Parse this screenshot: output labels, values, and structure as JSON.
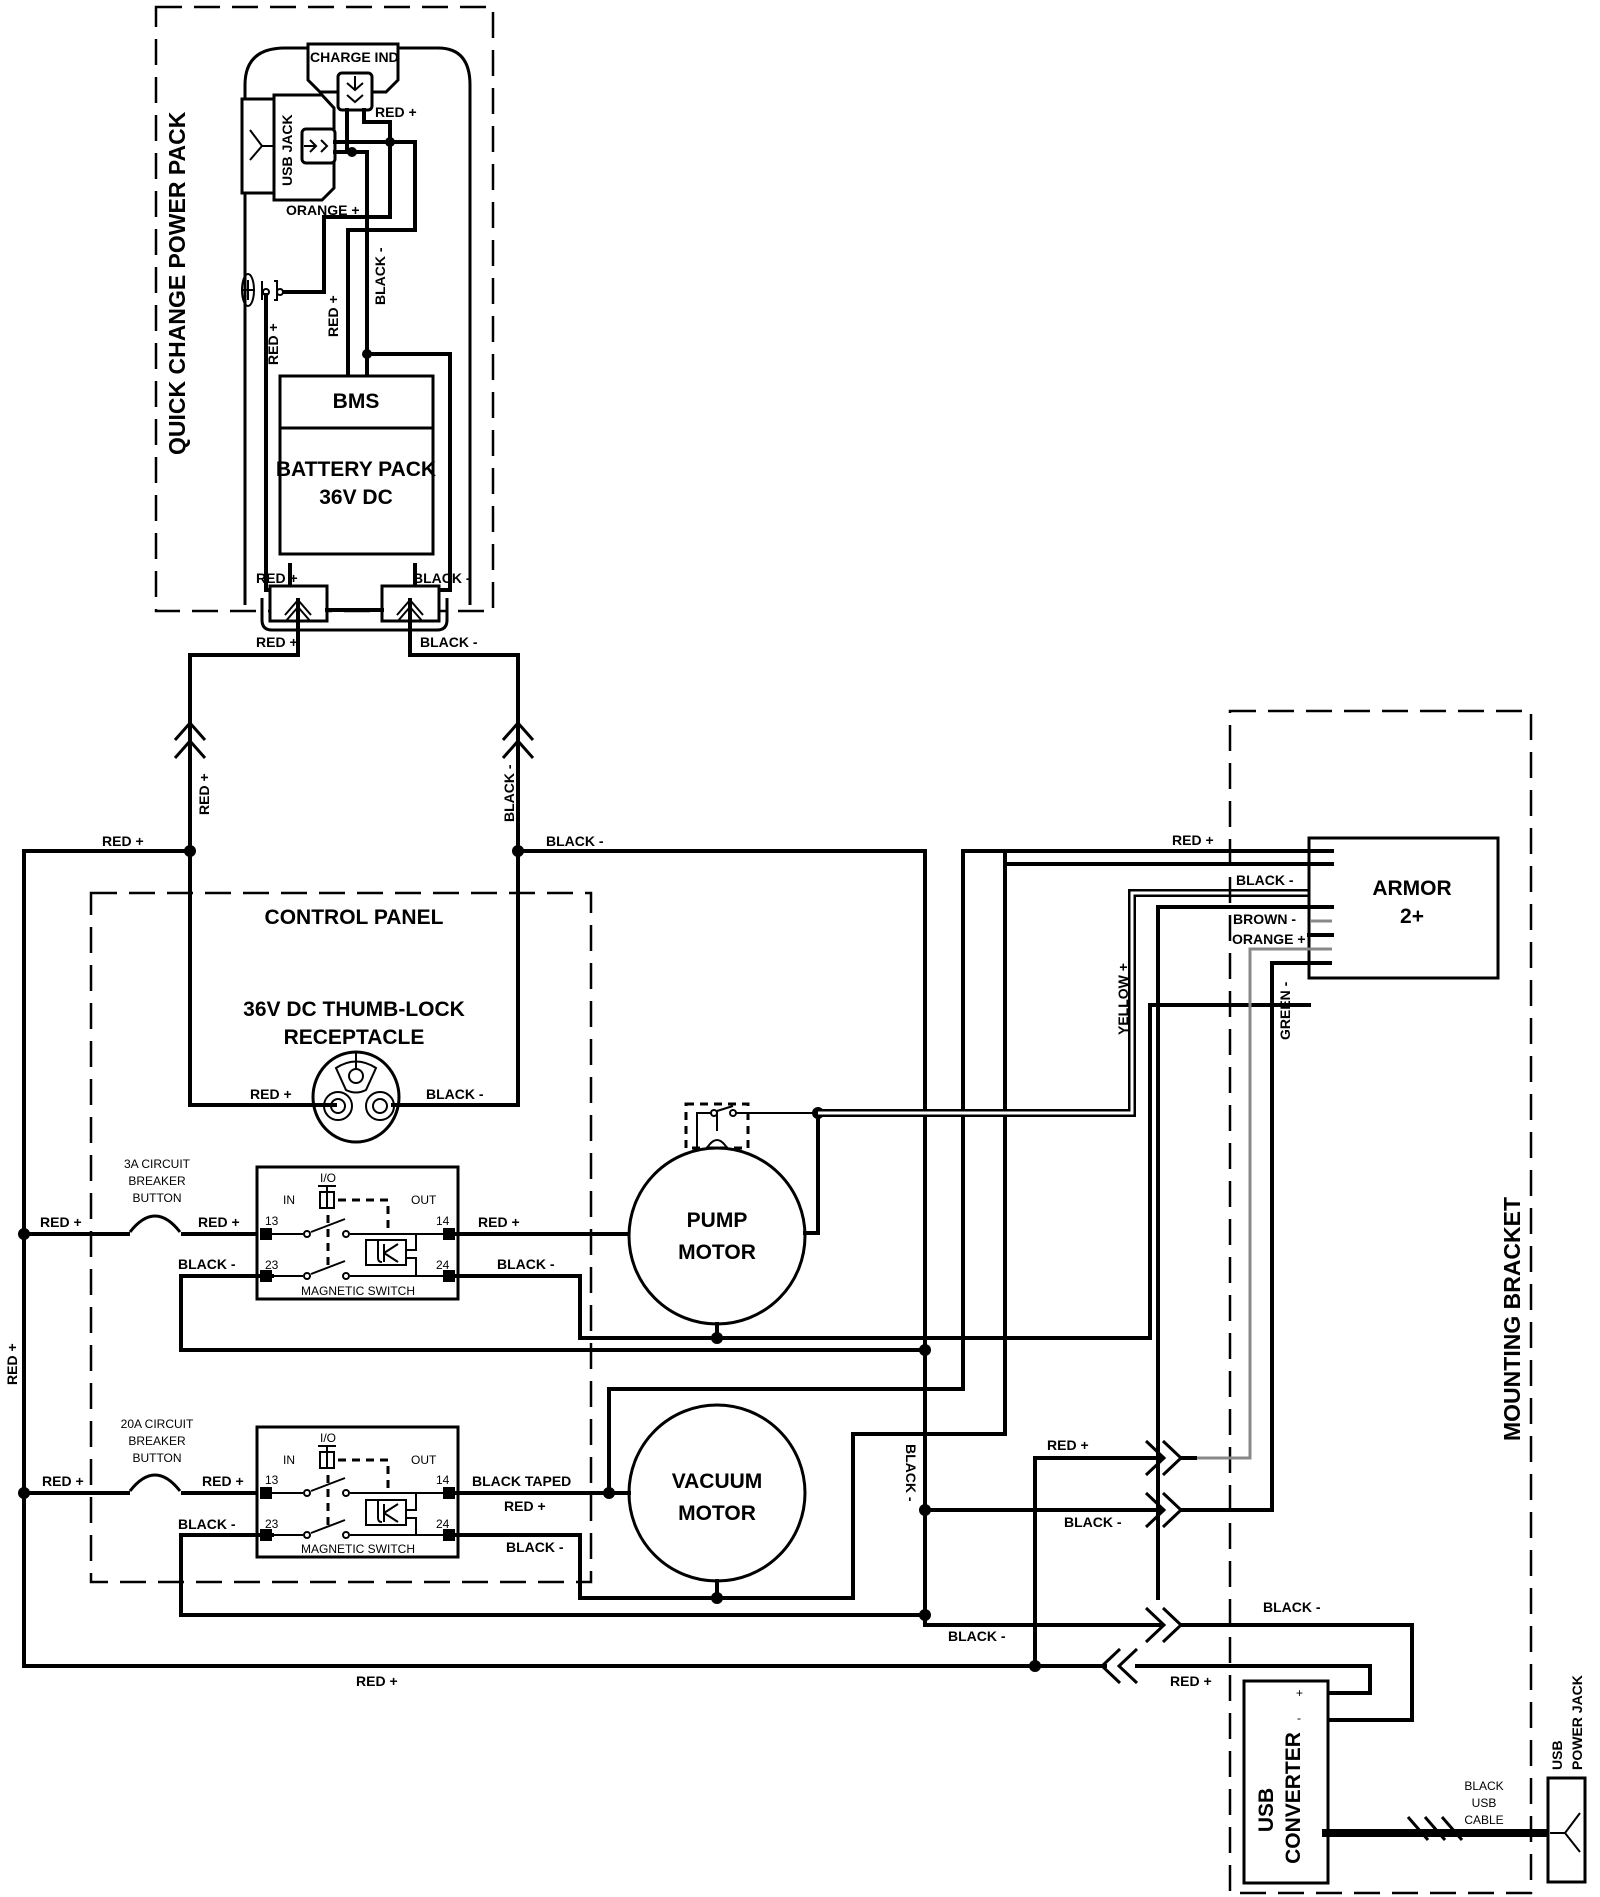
{
  "sections": {
    "power_pack": "QUICK CHANGE POWER PACK",
    "control_panel": "CONTROL PANEL",
    "mounting_bracket": "MOUNTING BRACKET"
  },
  "power_pack": {
    "charge_indicator": "CHARGE IND",
    "usb_jack": "USB JACK",
    "bms": "BMS",
    "battery_line1": "BATTERY PACK",
    "battery_line2": "36V DC",
    "wires": {
      "red_plus_top": "RED +",
      "orange_plus": "ORANGE +",
      "black_minus_vertical": "BLACK -",
      "red_plus_vertical_a": "RED +",
      "red_plus_vertical_b": "RED +",
      "red_plus_conn_inner": "RED +",
      "black_minus_conn_inner": "BLACK -",
      "red_plus_conn_outer": "RED +",
      "black_minus_conn_outer": "BLACK -"
    }
  },
  "harness": {
    "red_plus_vertical": "RED +",
    "black_minus_vertical": "BLACK -",
    "red_plus_top_left": "RED +",
    "black_minus_top": "BLACK -",
    "red_plus_left_vertical": "RED +",
    "red_plus_bottom": "RED +"
  },
  "receptacle": {
    "line1": "36V DC THUMB-LOCK",
    "line2": "RECEPTACLE",
    "red_plus": "RED +",
    "black_minus": "BLACK -"
  },
  "switches": [
    {
      "breaker_line1": "3A CIRCUIT",
      "breaker_line2": "BREAKER",
      "breaker_line3": "BUTTON",
      "io": "I/O",
      "in": "IN",
      "out": "OUT",
      "t13": "13",
      "t14": "14",
      "t23": "23",
      "t24": "24",
      "name": "MAGNETIC SWITCH",
      "red_in_left": "RED +",
      "red_in_right": "RED +",
      "black_in": "BLACK -",
      "out_top": "RED +",
      "out_bottom": "BLACK -"
    },
    {
      "breaker_line1": "20A CIRCUIT",
      "breaker_line2": "BREAKER",
      "breaker_line3": "BUTTON",
      "io": "I/O",
      "in": "IN",
      "out": "OUT",
      "t13": "13",
      "t14": "14",
      "t23": "23",
      "t24": "24",
      "name": "MAGNETIC SWITCH",
      "red_in_left": "RED +",
      "red_in_right": "RED +",
      "black_in": "BLACK -",
      "out_top": "BLACK TAPED",
      "out_top2": "RED +",
      "out_bottom": "BLACK -"
    }
  ],
  "motors": {
    "pump_line1": "PUMP",
    "pump_line2": "MOTOR",
    "vacuum_line1": "VACUUM",
    "vacuum_line2": "MOTOR"
  },
  "armor": {
    "line1": "ARMOR",
    "line2": "2+",
    "red_plus": "RED +",
    "black_minus": "BLACK -",
    "brown_minus": "BROWN -",
    "orange_plus": "ORANGE +",
    "yellow_plus": "YELLOW +",
    "green_minus": "GREEN -"
  },
  "lower_right": {
    "black_minus_vertical": "BLACK -",
    "red_plus_conn": "RED +",
    "black_minus_conn": "BLACK -",
    "black_minus_usb": "BLACK -",
    "black_minus_usb2": "BLACK -",
    "red_plus_usb": "RED +",
    "usb_conv_line1": "USB",
    "usb_conv_line2": "CONVERTER",
    "plus": "+",
    "minus": "-",
    "cable_line1": "BLACK",
    "cable_line2": "USB",
    "cable_line3": "CABLE",
    "jack_line1": "USB",
    "jack_line2": "POWER JACK"
  }
}
